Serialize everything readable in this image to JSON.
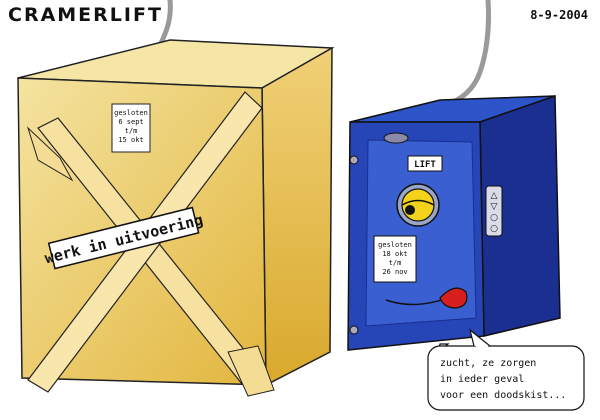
{
  "header": {
    "title": "CRAMERLIFT",
    "date": "8-9-2004"
  },
  "left_cabin": {
    "notice": [
      "gesloten",
      "6 sept",
      "t/m",
      "15 okt"
    ],
    "banner": "werk in uitvoering"
  },
  "right_cabin": {
    "lift_label": "LIFT",
    "notice": [
      "gesloten",
      "18 okt",
      "t/m",
      "26 nov"
    ],
    "panel_symbols": [
      "△",
      "▽",
      "○",
      "○"
    ]
  },
  "speech_bubble": {
    "lines": [
      "zucht, ze zorgen",
      "in ieder geval",
      "voor een doodskist..."
    ]
  },
  "colors": {
    "crate": "#e8c257",
    "crate_light": "#f3dc8e",
    "lift_blue": "#2646b8",
    "lift_dark": "#1a2f8f",
    "eye_yellow": "#f2d21a",
    "tongue_red": "#d81f1f",
    "cable": "#9a9a9a"
  }
}
